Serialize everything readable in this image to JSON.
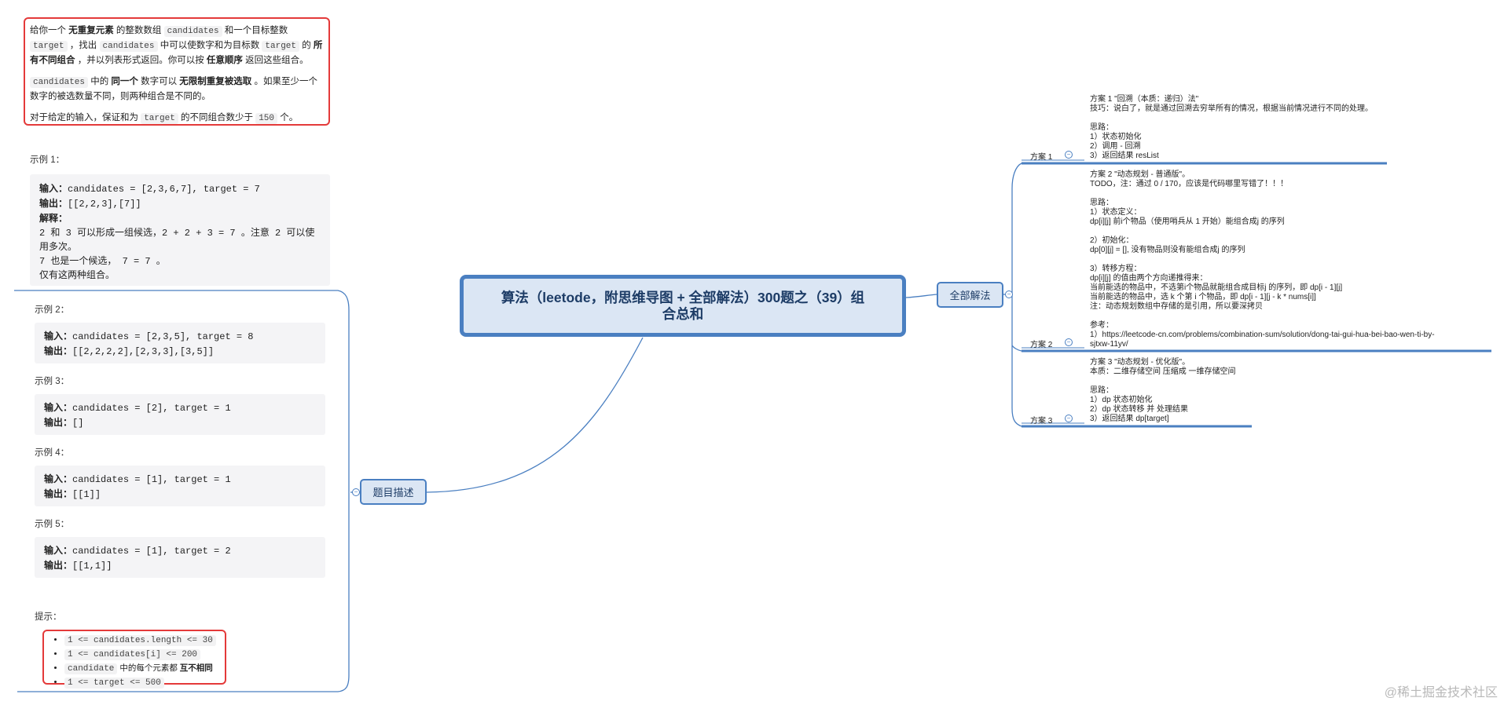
{
  "central": {
    "title": "算法（leetode，附思维导图 + 全部解法）300题之（39）组合总和"
  },
  "left_node": {
    "label": "题目描述"
  },
  "right_node": {
    "label": "全部解法"
  },
  "description": {
    "p1": {
      "a": "给你一个 ",
      "b": "无重复元素",
      "c": " 的整数数组 ",
      "d": "candidates",
      "e": " 和一个目标整数 ",
      "f": "target",
      "g": " ，找出 ",
      "h": "candidates",
      "i": " 中可以使数字和为目标数 ",
      "j": "target",
      "k": " 的 ",
      "l": "所有不同组合",
      "m": " ，并以列表形式返回。你可以按 ",
      "n": "任意顺序",
      "o": " 返回这些组合。"
    },
    "p2": {
      "a": "candidates",
      "b": " 中的 ",
      "c": "同一个",
      "d": " 数字可以 ",
      "e": "无限制重复被选取",
      "f": " 。如果至少一个数字的被选数量不同，则两种组合是不同的。"
    },
    "p3": {
      "a": "对于给定的输入，保证和为 ",
      "b": "target",
      "c": " 的不同组合数少于 ",
      "d": "150",
      "e": " 个。"
    }
  },
  "examples": {
    "ex1": {
      "title": "示例 1：",
      "input_label": "输入：",
      "input": "candidates = [2,3,6,7], target = 7",
      "output_label": "输出：",
      "output": "[[2,2,3],[7]]",
      "explain_label": "解释：",
      "explain1": "2 和 3 可以形成一组候选，2 + 2 + 3 = 7 。注意 2 可以使用多次。",
      "explain2": "7 也是一个候选， 7 = 7 。",
      "explain3": "仅有这两种组合。"
    },
    "ex2": {
      "title": "示例 2：",
      "input_label": "输入：",
      "input": "candidates = [2,3,5], target = 8",
      "output_label": "输出：",
      "output": "[[2,2,2,2],[2,3,3],[3,5]]"
    },
    "ex3": {
      "title": "示例 3：",
      "input_label": "输入：",
      "input": "candidates = [2], target = 1",
      "output_label": "输出：",
      "output": "[]"
    },
    "ex4": {
      "title": "示例 4：",
      "input_label": "输入：",
      "input": "candidates = [1], target = 1",
      "output_label": "输出：",
      "output": "[[1]]"
    },
    "ex5": {
      "title": "示例 5：",
      "input_label": "输入：",
      "input": "candidates = [1], target = 2",
      "output_label": "输出：",
      "output": "[[1,1]]"
    }
  },
  "hints": {
    "title": "提示：",
    "h1": "1 <= candidates.length <= 30",
    "h2": "1 <= candidates[i] <= 200",
    "h3a": "candidate",
    "h3b": " 中的每个元素都 ",
    "h3c": "互不相同",
    "h4": "1 <= target <= 500"
  },
  "plans": {
    "p1": {
      "label": "方案 1",
      "text": "方案 1 \"回溯（本质：递归）法\"\n技巧：说白了，就是通过回溯去穷举所有的情况，根据当前情况进行不同的处理。\n\n思路：\n1）状态初始化\n2）调用 - 回溯\n3）返回结果 resList"
    },
    "p2": {
      "label": "方案 2",
      "text": "方案 2 \"动态规划 - 普通版\"。\nTODO，注：通过 0 / 170，应该是代码哪里写错了！！！\n\n思路：\n1）状态定义：\ndp[i][j] 前i个物品（使用哨兵从 1 开始）能组合成j 的序列\n\n2）初始化：\ndp[0][j] = [], 没有物品则没有能组合成j 的序列\n\n3）转移方程：\ndp[i][j] 的值由两个方向递推得来：\n当前能选的物品中，不选第i个物品就能组合成目标j 的序列，即 dp[i - 1][j]\n当前能选的物品中，选 k 个第 i 个物品，即 dp[i - 1][j - k * nums[i]]\n注：动态规划数组中存储的是引用，所以要深拷贝\n\n参考：\n1）https://leetcode-cn.com/problems/combination-sum/solution/dong-tai-gui-hua-bei-bao-wen-ti-by-\nsjtxw-11yv/"
    },
    "p3": {
      "label": "方案 3",
      "text": "方案 3 \"动态规划 - 优化版\"。\n本质：二维存储空间 压缩成 一维存储空间\n\n思路：\n1）dp 状态初始化\n2）dp 状态转移 并 处理结果\n3）返回结果 dp[target]"
    }
  },
  "watermark": "@稀土掘金技术社区",
  "colors": {
    "line": "#4a7fc1",
    "node_fill": "#dbe6f4",
    "highlight": "#e43a3a",
    "code_bg": "#f4f4f6"
  }
}
